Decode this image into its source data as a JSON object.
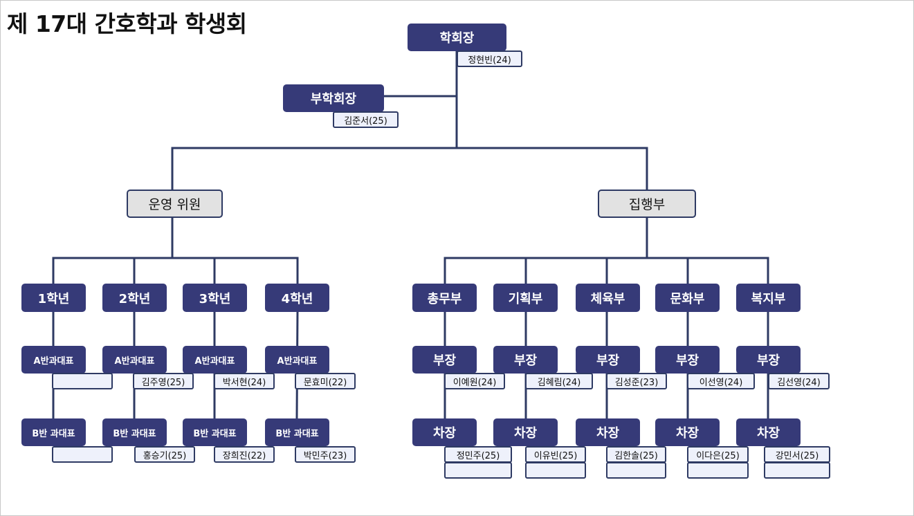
{
  "title": "제 17대 간호학과 학생회",
  "president": {
    "label": "학회장",
    "name": "정현빈(24)"
  },
  "vice_president": {
    "label": "부학회장",
    "name": "김준서(25)"
  },
  "operating_committee": {
    "label": "운영 위원",
    "grades": [
      {
        "label": "1학년",
        "a_label": "A반과대표",
        "a_name": "",
        "b_label": "B반 과대표",
        "b_name": ""
      },
      {
        "label": "2학년",
        "a_label": "A반과대표",
        "a_name": "김주영(25)",
        "b_label": "B반 과대표",
        "b_name": "홍승기(25)"
      },
      {
        "label": "3학년",
        "a_label": "A반과대표",
        "a_name": "박서현(24)",
        "b_label": "B반 과대표",
        "b_name": "장희진(22)"
      },
      {
        "label": "4학년",
        "a_label": "A반과대표",
        "a_name": "문효미(22)",
        "b_label": "B반 과대표",
        "b_name": "박민주(23)"
      }
    ]
  },
  "executive": {
    "label": "집행부",
    "departments": [
      {
        "label": "총무부",
        "head_label": "부장",
        "head_name": "이예원(24)",
        "deputy_label": "차장",
        "deputy_names": [
          "정민주(25)",
          ""
        ]
      },
      {
        "label": "기획부",
        "head_label": "부장",
        "head_name": "김혜림(24)",
        "deputy_label": "차장",
        "deputy_names": [
          "이유빈(25)",
          ""
        ]
      },
      {
        "label": "체육부",
        "head_label": "부장",
        "head_name": "김성준(23)",
        "deputy_label": "차장",
        "deputy_names": [
          "김한솔(25)",
          ""
        ]
      },
      {
        "label": "문화부",
        "head_label": "부장",
        "head_name": "이선영(24)",
        "deputy_label": "차장",
        "deputy_names": [
          "이다은(25)",
          ""
        ]
      },
      {
        "label": "복지부",
        "head_label": "부장",
        "head_name": "김선영(24)",
        "deputy_label": "차장",
        "deputy_names": [
          "강민서(25)",
          ""
        ]
      }
    ]
  },
  "colors": {
    "dark_box": "#363a78",
    "line": "#2e3a63",
    "grey_box": "#e2e2e2",
    "name_box": "#eef1fb"
  }
}
